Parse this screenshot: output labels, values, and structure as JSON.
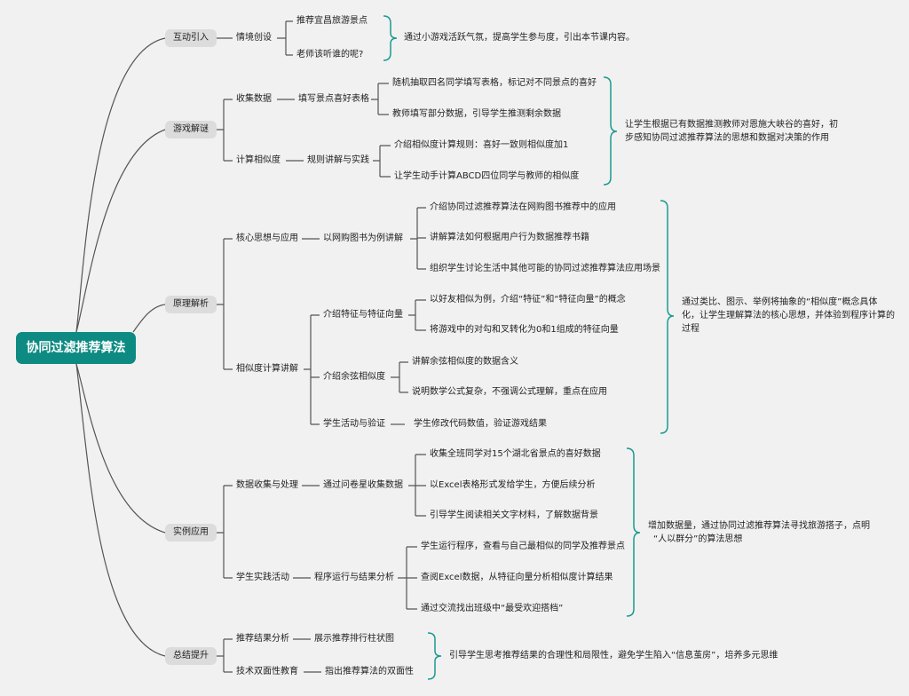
{
  "root": "协同过滤推荐算法",
  "branches": {
    "b1": {
      "label": "互动引入",
      "sub1": "情境创设",
      "leaf1": "推荐宜昌旅游景点",
      "leaf2": "老师该听谁的呢?",
      "note": "通过小游戏活跃气氛，提高学生参与度，引出本节课内容。"
    },
    "b2": {
      "label": "游戏解谜",
      "sub1": "收集数据",
      "sub1_mid": "填写景点喜好表格",
      "leaf1": "随机抽取四名同学填写表格，标记对不同景点的喜好",
      "leaf2": "教师填写部分数据，引导学生推测剩余数据",
      "sub2": "计算相似度",
      "sub2_mid": "规则讲解与实践",
      "leaf3": "介绍相似度计算规则：喜好一致则相似度加1",
      "leaf4": "让学生动手计算ABCD四位同学与教师的相似度",
      "note_l1": "让学生根据已有数据推测教师对恩施大峡谷的喜好，初",
      "note_l2": "步感知协同过滤推荐算法的思想和数据对决策的作用"
    },
    "b3": {
      "label": "原理解析",
      "sub1": "核心思想与应用",
      "sub1_mid": "以网购图书为例讲解",
      "leaf1": "介绍协同过滤推荐算法在网购图书推荐中的应用",
      "leaf2": "讲解算法如何根据用户行为数据推荐书籍",
      "leaf3": "组织学生讨论生活中其他可能的协同过滤推荐算法应用场景",
      "sub2": "相似度计算讲解",
      "mid2": "介绍特征与特征向量",
      "leaf4": "以好友相似为例，介绍“特征”和“特征向量”的概念",
      "leaf5": "将游戏中的对勾和叉转化为0和1组成的特征向量",
      "mid3": "介绍余弦相似度",
      "leaf6": "讲解余弦相似度的数据含义",
      "leaf7": "说明数学公式复杂，不强调公式理解，重点在应用",
      "mid4": "学生活动与验证",
      "leaf8": "学生修改代码数值，验证游戏结果",
      "note_l1": "通过类比、图示、举例将抽象的“相似度”概念具体",
      "note_l2": "化，让学生理解算法的核心思想，并体验到程序计算的",
      "note_l3": "过程"
    },
    "b4": {
      "label": "实例应用",
      "sub1": "数据收集与处理",
      "sub1_mid": "通过问卷星收集数据",
      "leaf1": "收集全班同学对15个湖北省景点的喜好数据",
      "leaf2": "以Excel表格形式发给学生，方便后续分析",
      "leaf3": "引导学生阅读相关文字材料，了解数据背景",
      "sub2": "学生实践活动",
      "sub2_mid": "程序运行与结果分析",
      "leaf4": "学生运行程序，查看与自己最相似的同学及推荐景点",
      "leaf5": "查阅Excel数据，从特征向量分析相似度计算结果",
      "leaf6": "通过交流找出班级中“最受欢迎搭档”",
      "note_l1": "增加数据量，通过协同过滤推荐算法寻找旅游搭子，点明",
      "note_l2": "“人以群分”的算法思想"
    },
    "b5": {
      "label": "总结提升",
      "sub1": "推荐结果分析",
      "sub1_mid": "展示推荐排行柱状图",
      "sub2": "技术双面性教育",
      "sub2_mid": "指出推荐算法的双面性",
      "note": "引导学生思考推荐结果的合理性和局限性，避免学生陷入“信息茧房”，培养多元思维"
    }
  },
  "colors": {
    "root_bg": "#0d8a82",
    "pill_bg": "#dcdcdc",
    "line": "#555555",
    "bracket": "#1a9a90"
  }
}
